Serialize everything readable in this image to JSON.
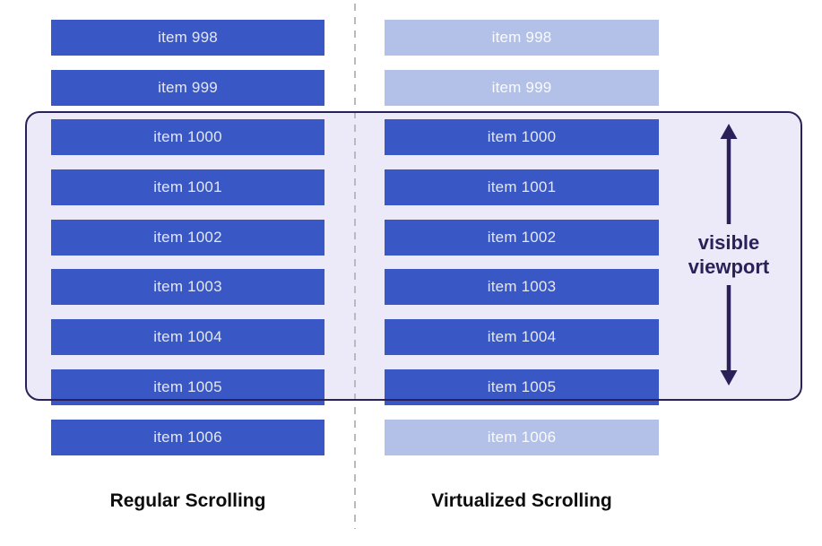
{
  "columns": [
    {
      "title": "Regular Scrolling",
      "items": [
        "item 998",
        "item 999",
        "item 1000",
        "item 1001",
        "item 1002",
        "item 1003",
        "item 1004",
        "item 1005",
        "item 1006"
      ]
    },
    {
      "title": "Virtualized Scrolling",
      "items": [
        "item 998",
        "item 999",
        "item 1000",
        "item 1001",
        "item 1002",
        "item 1003",
        "item 1004",
        "item 1005",
        "item 1006"
      ]
    }
  ],
  "viewport_label": {
    "line1": "visible",
    "line2": "viewport"
  },
  "colors": {
    "bar_rendered": "#3a57c6",
    "bar_virtualized": "#b3c1e9",
    "bar_text_rendered": "#e3e8f5",
    "bar_text_virtualized": "#f8fafe",
    "viewport_fill": "#eceaf8",
    "viewport_border": "#2b2158",
    "arrow": "#2b2158",
    "divider": "#b9b9bf",
    "title_text": "#0c0c0d"
  }
}
